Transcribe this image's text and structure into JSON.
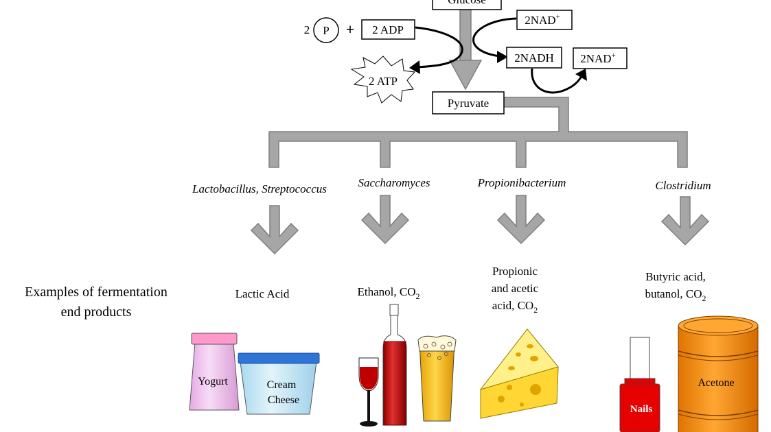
{
  "pathway": {
    "glucose": "Glucose",
    "phosphate_count": "2",
    "phosphate_symbol": "P",
    "plus": "+",
    "adp": "2 ADP",
    "atp": "2 ATP",
    "nad_top": "2NAD",
    "nadh": "2NADH",
    "nad_right": "2NAD",
    "nad_superscript": "+",
    "pyruvate": "Pyruvate"
  },
  "organisms": [
    "Lactobacillus, Streptococcus",
    "Saccharomyces",
    "Propionibacterium",
    "Clostridium"
  ],
  "products": {
    "label_line1": "Examples of fermentation",
    "label_line2": "end products",
    "lactic": "Lactic Acid",
    "ethanol": "Ethanol, CO",
    "propionic_line1": "Propionic",
    "propionic_line2": "and acetic",
    "propionic_line3": "acid, CO",
    "butyric_line1": "Butyric acid,",
    "butyric_line2": "butanol, CO",
    "co2_subscript": "2"
  },
  "illustrations": {
    "yogurt": "Yogurt",
    "cream_cheese_line1": "Cream",
    "cream_cheese_line2": "Cheese",
    "nails": "Nails",
    "acetone": "Acetone"
  },
  "colors": {
    "arrow_gray": "#a6a6a6",
    "arrow_outline": "#7f7f7f",
    "yogurt_lid": "#ff99cc",
    "yogurt_cup": "#f2c6f0",
    "cheese_lid": "#2e75d6",
    "cheese_cup": "#c9e9f6",
    "wine_red": "#c00000",
    "beer_yellow": "#ffc000",
    "cheese_yellow": "#ffe766",
    "nail_red": "#e60000",
    "acetone_orange": "#ff8c00"
  }
}
